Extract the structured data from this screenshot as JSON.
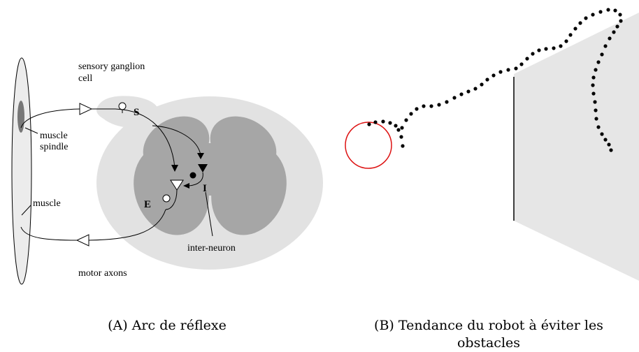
{
  "panel_a": {
    "labels": {
      "sensory": "sensory ganglion",
      "sensory_line2": "cell",
      "s": "S",
      "muscle_spindle": "muscle",
      "muscle_spindle_line2": "spindle",
      "muscle": "muscle",
      "i": "I",
      "e": "E",
      "inter_neuron": "inter-neuron",
      "motor_axons": "motor axons"
    },
    "caption": "(A) Arc de réflexe"
  },
  "panel_b": {
    "caption_line1": "(B) Tendance du robot à éviter les",
    "caption_line2": "obstacles"
  },
  "colors": {
    "light_gray": "#e2e2e2",
    "dark_gray": "#a6a6a6",
    "spindle": "#777777",
    "robot_circle": "#dd1111",
    "obstacle": "#e6e6e6",
    "trajectory": "#000000"
  }
}
